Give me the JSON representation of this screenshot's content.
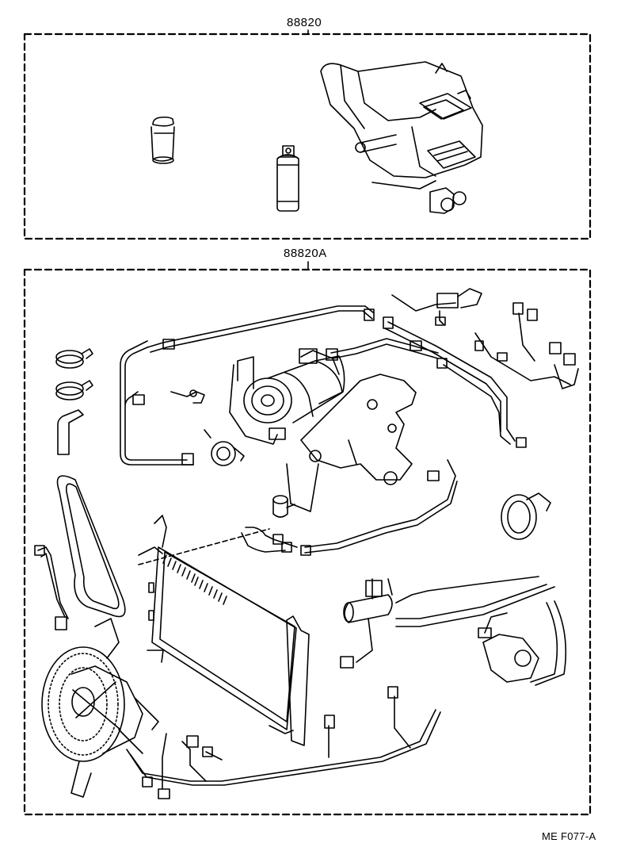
{
  "labels": {
    "group_top": "88820",
    "group_bottom": "88820A",
    "drawing_code": "ME F077-A"
  },
  "colors": {
    "ink": "#000000",
    "paper": "#ffffff"
  }
}
